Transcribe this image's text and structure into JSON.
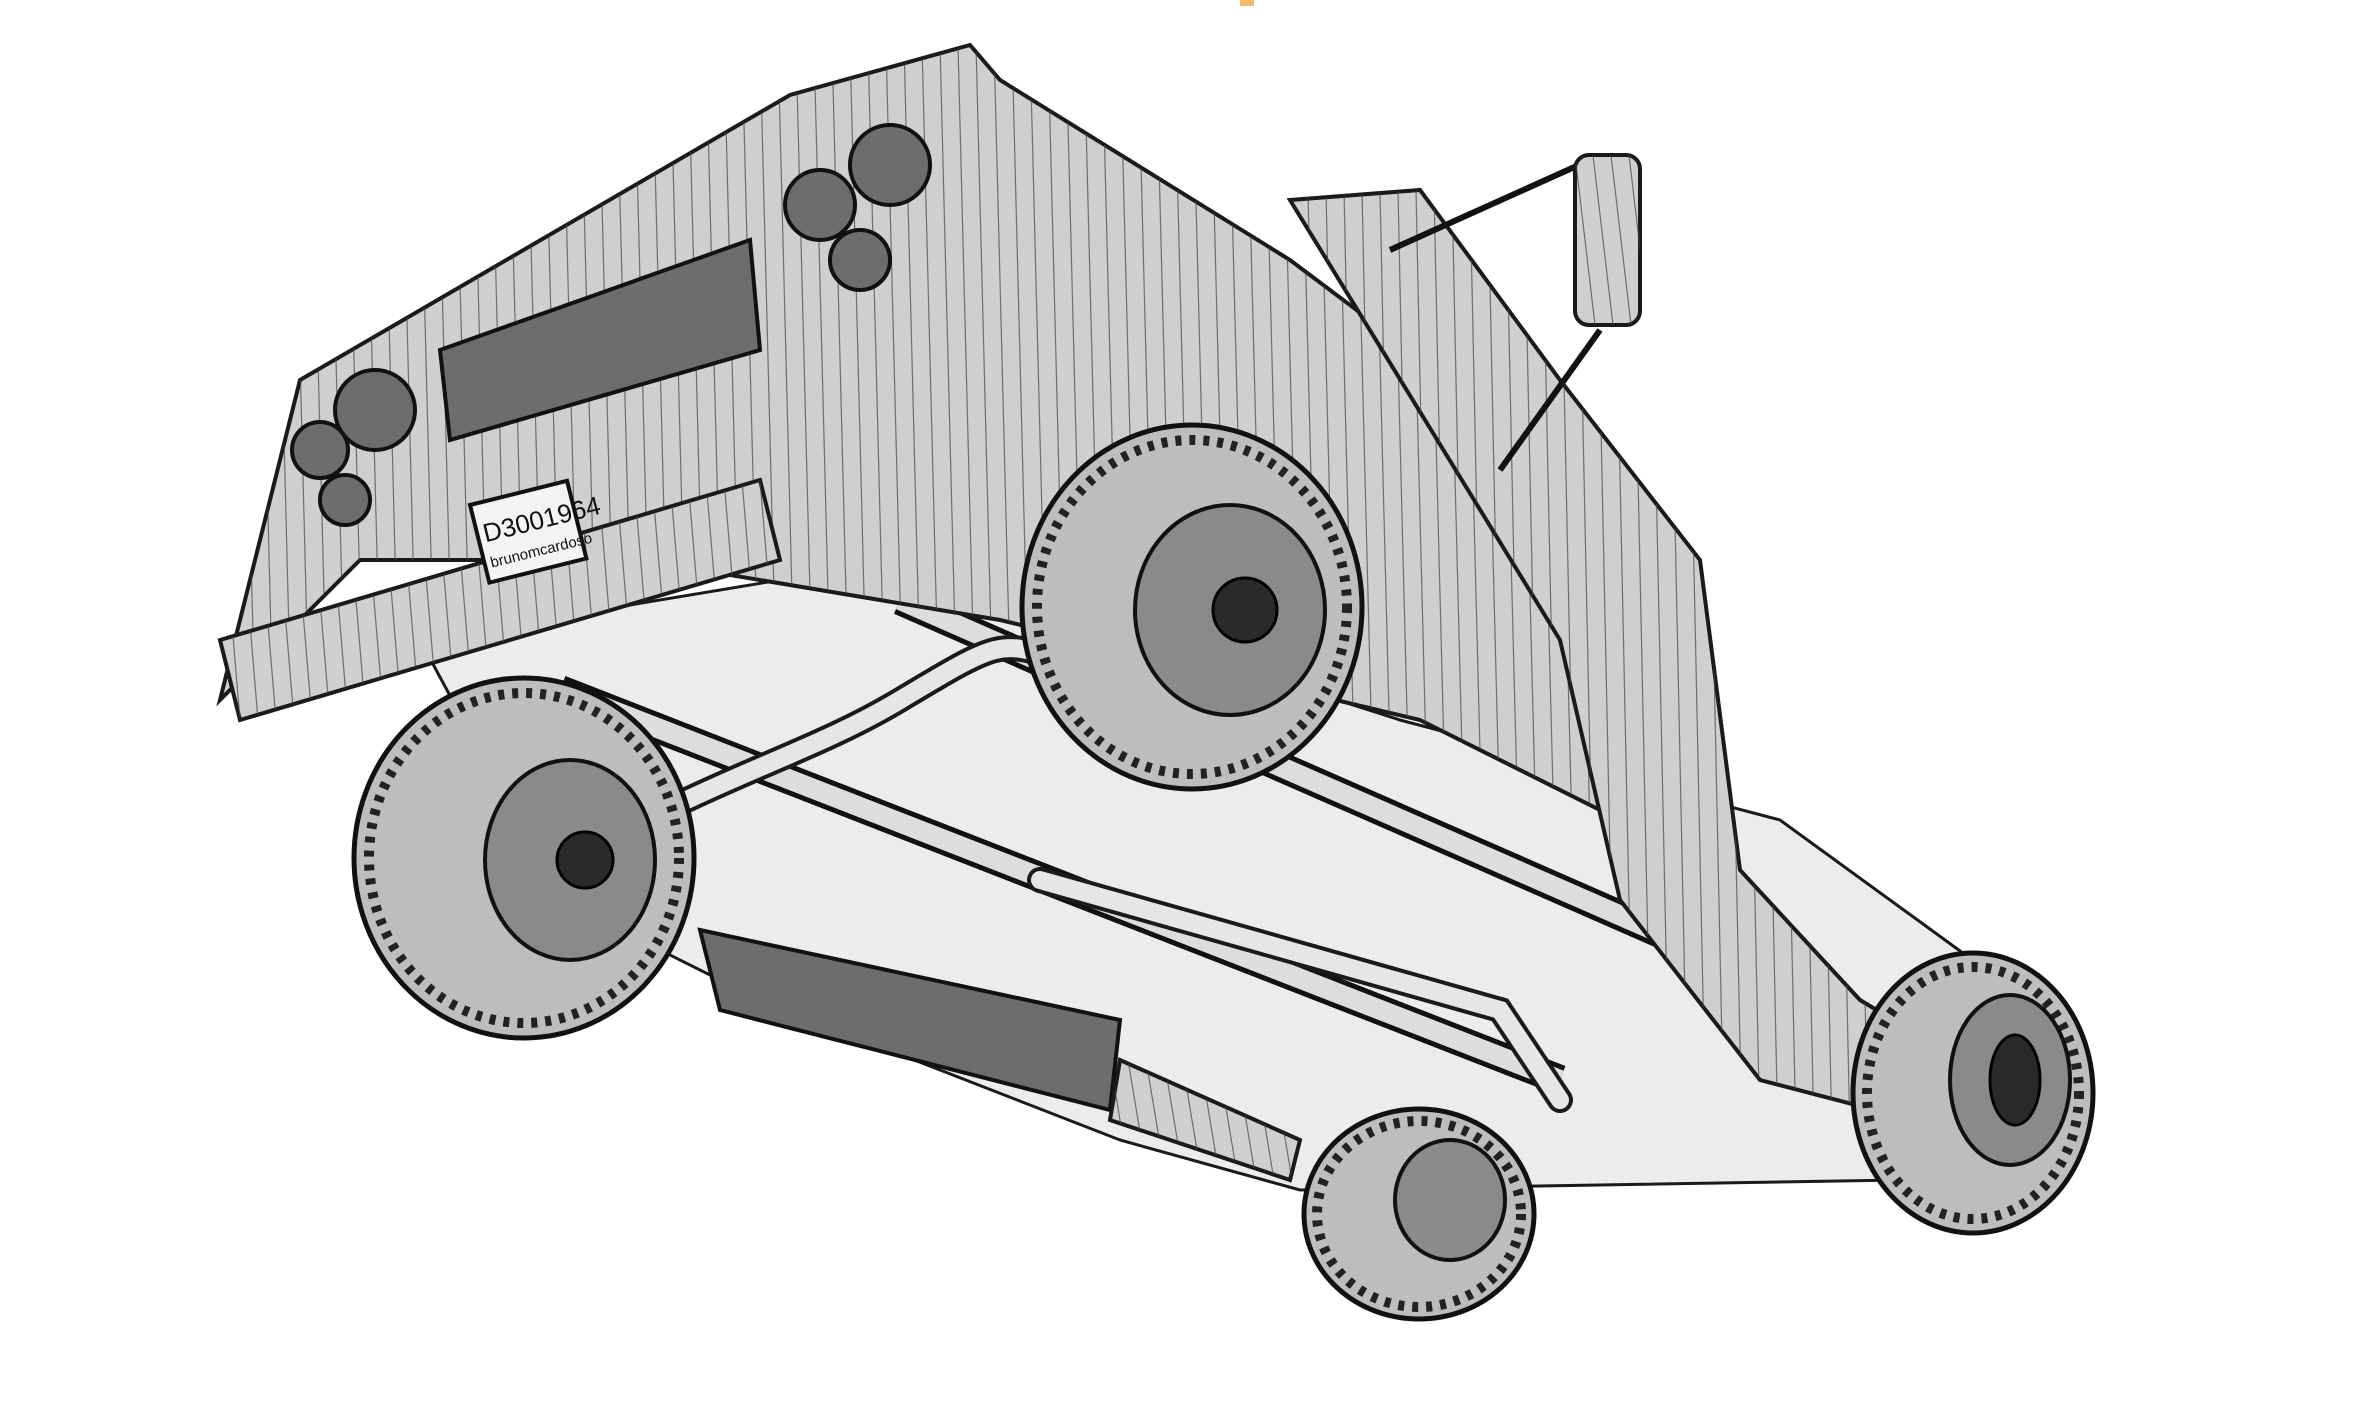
{
  "render": {
    "subject": "pickup-truck-wireframe",
    "colors": {
      "background": "#ffffff",
      "mesh": "#1a1a1a",
      "surface": "#cfcfcf"
    }
  },
  "license_plate": {
    "number": "D3001964",
    "caption": "brunomcardoso"
  }
}
